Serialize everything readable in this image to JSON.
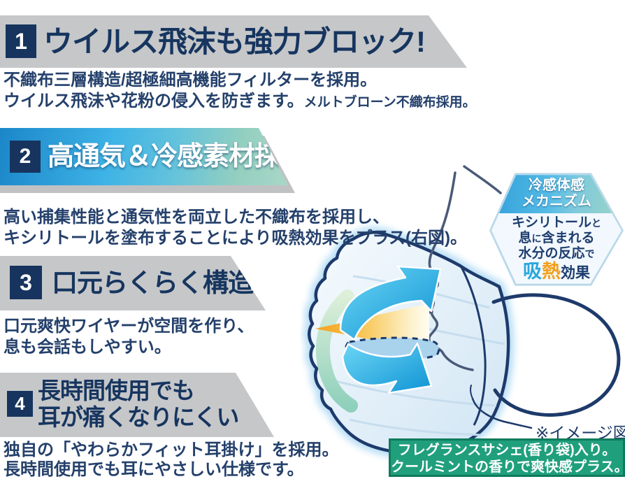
{
  "features": [
    {
      "number": "1",
      "title": "ウイルス飛沫も強力ブロック!",
      "desc_line1": "不織布三層構造/超極細高機能フィルターを採用。",
      "desc_line2": "ウイルス飛沫や花粉の侵入を防ぎます。",
      "desc_line2_small": "メルトブローン不織布採用。"
    },
    {
      "number": "2",
      "title": "高通気＆冷感素材採用!",
      "desc_line1": "高い捕集性能と通気性を両立した不織布を採用し、",
      "desc_line2": "キシリトールを塗布することにより吸熱効果をプラス(右図)。"
    },
    {
      "number": "3",
      "title": "口元らくらく構造",
      "desc_line1": "口元爽快ワイヤーが空間を作り、",
      "desc_line2": "息も会話もしやすい。"
    },
    {
      "number": "4",
      "title_line1": "長時間使用でも",
      "title_line2": "耳が痛くなりにくい",
      "desc_line1": "独自の「やわらかフィット耳掛け」を採用。",
      "desc_line2": "長時間使用でも耳にやさしい仕様です。"
    }
  ],
  "hexagon": {
    "title_line1": "冷感体感",
    "title_line2": "メカニズム",
    "line1_main": "キシリトール",
    "line1_small": "と",
    "line2_a": "息",
    "line2_small": "に",
    "line2_b": "含まれる",
    "line3_main": "水分の反応",
    "line3_small": "で",
    "effect_kyu": "吸",
    "effect_netsu": "熱",
    "effect_rest": "効果"
  },
  "image_note": "※イメージ図",
  "fragrance_box": {
    "line1": "フレグランスサシェ(香り袋)入り。",
    "line2": "クールミントの香りで爽快感プラス。"
  },
  "colors": {
    "heading_navy": "#16355f",
    "body_text_navy": "#24406b",
    "banner_gray": "#c6c7c9",
    "banner2_gradient_left": "#1b86c9",
    "banner2_gradient_right": "#a9d7c7",
    "hex_band_blue": "#2f9ed9",
    "cool_cyan": "#2aa7dc",
    "heat_orange": "#f59f1a",
    "green_box_fill": "#209f7d",
    "green_box_border": "#0e7b5b",
    "arrow_cyan": "#1a9fda",
    "mask_blue": "#d3e7f5",
    "outline_navy": "#1d3a6b"
  }
}
